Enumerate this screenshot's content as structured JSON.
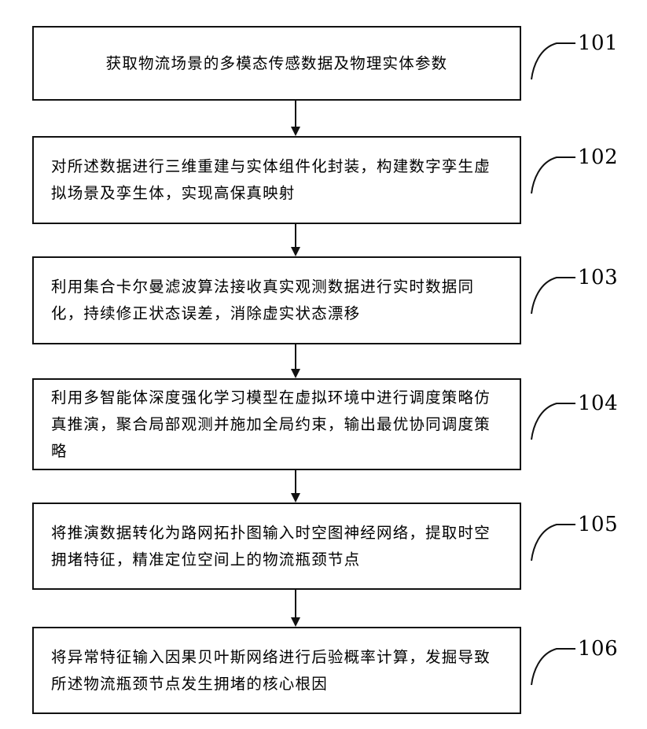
{
  "steps": [
    {
      "number": "101",
      "text": "获取物流场景的多模态传感数据及物理实体参数"
    },
    {
      "number": "102",
      "text": "对所述数据进行三维重建与实体组件化封装，构建数字孪生虚拟场景及孪生体，实现高保真映射"
    },
    {
      "number": "103",
      "text": "利用集合卡尔曼滤波算法接收真实观测数据进行实时数据同化，持续修正状态误差，消除虚实状态漂移"
    },
    {
      "number": "104",
      "text": "利用多智能体深度强化学习模型在虚拟环境中进行调度策略仿真推演，聚合局部观测并施加全局约束，输出最优协同调度策略"
    },
    {
      "number": "105",
      "text": "将推演数据转化为路网拓扑图输入时空图神经网络，提取时空拥堵特征，精准定位空间上的物流瓶颈节点"
    },
    {
      "number": "106",
      "text": "将异常特征输入因果贝叶斯网络进行后验概率计算，发掘导致所述物流瓶颈节点发生拥堵的核心根因"
    }
  ]
}
